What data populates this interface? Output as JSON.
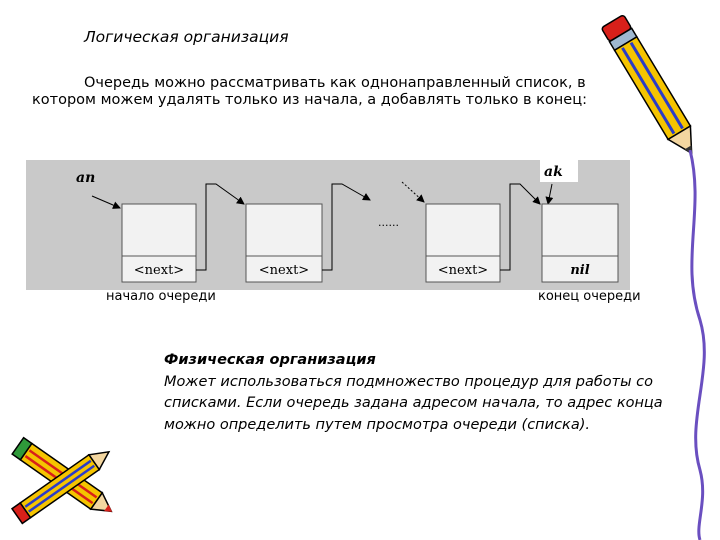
{
  "slide": {
    "title": "Логическая организация",
    "paragraph": "Очередь можно рассматривать как однонаправленный список, в котором можем удалять только из начала, а добавлять только в конец:"
  },
  "diagram": {
    "pointer_left": "an",
    "pointer_right": "ak",
    "ellipsis": "......",
    "nodes": [
      {
        "next": "<next>"
      },
      {
        "next": "<next>"
      },
      {
        "next": "<next>"
      },
      {
        "next": "nil"
      }
    ],
    "caption_left": "начало очереди",
    "caption_right": "конец очереди"
  },
  "physical": {
    "title": "Физическая организация",
    "text": "Может использоваться  подмножество процедур для работы со списками. Если очередь задана адресом начала, то адрес конца можно определить путем просмотра очереди (списка)."
  },
  "colors": {
    "diagram_bg": "#c9c9c9",
    "pencil_yellow": "#f5c400",
    "pencil_blue": "#2a3cc8",
    "pencil_red": "#d8201a",
    "pencil_green": "#2f9a3a"
  },
  "icons": [
    "pencil-top-right",
    "pencils-bottom-left"
  ]
}
